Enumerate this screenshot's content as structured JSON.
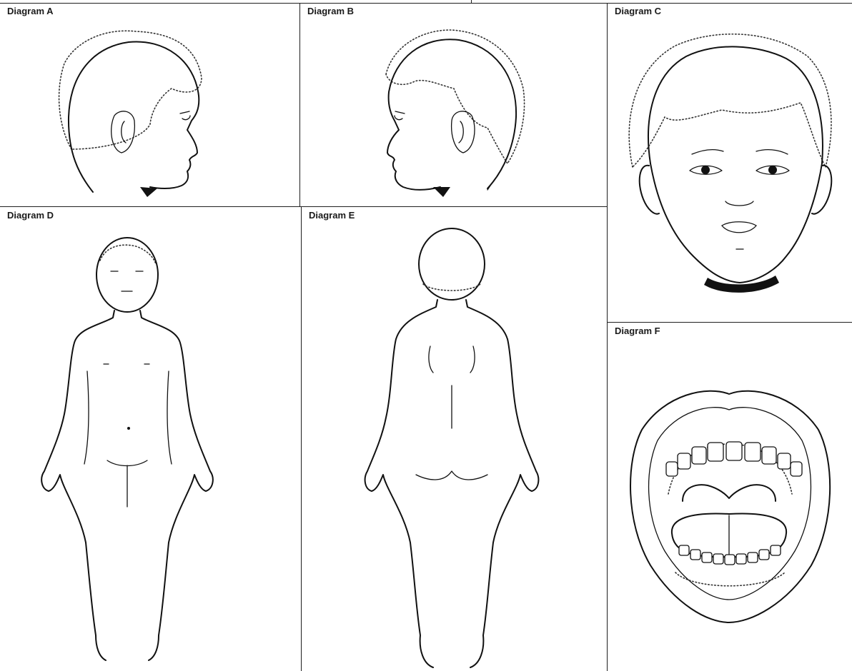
{
  "panels": {
    "a": {
      "label": "Diagram A"
    },
    "b": {
      "label": "Diagram B"
    },
    "c": {
      "label": "Diagram C"
    },
    "d": {
      "label": "Diagram D"
    },
    "e": {
      "label": "Diagram E"
    },
    "f": {
      "label": "Diagram F"
    }
  }
}
